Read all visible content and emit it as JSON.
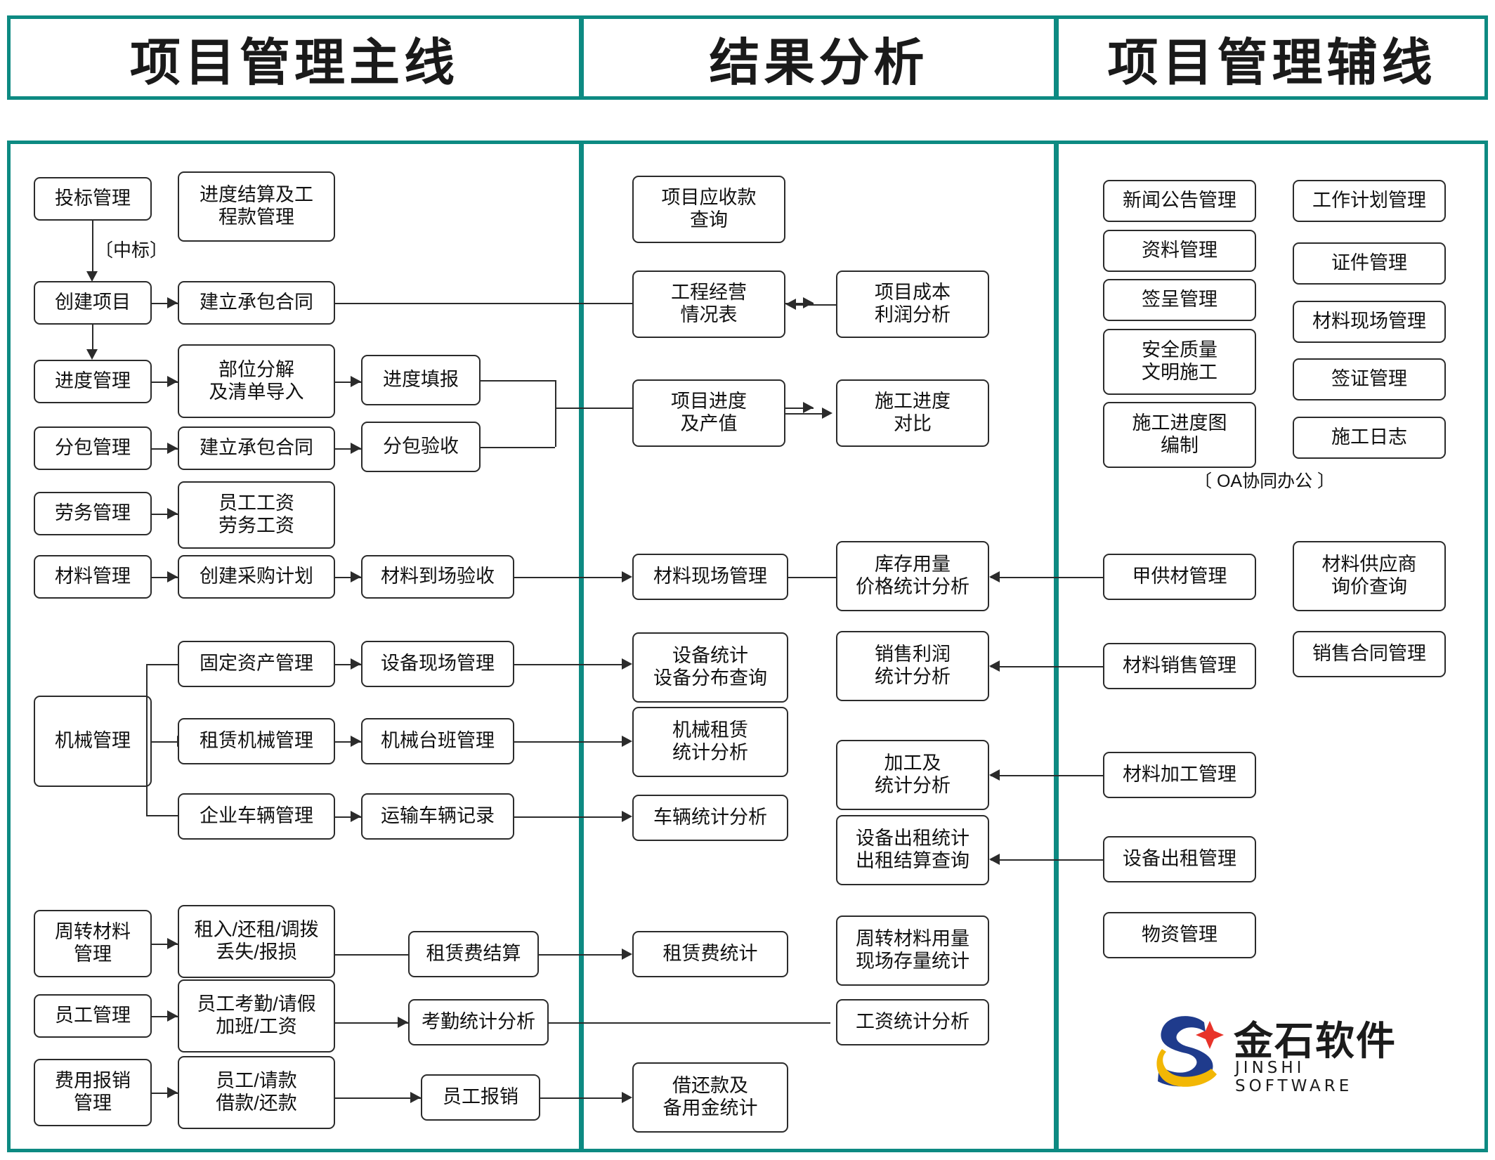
{
  "theme": {
    "accent": "#0d8a82",
    "box_border": "#2b2b2b",
    "text": "#111111"
  },
  "headers": [
    {
      "id": "main-line",
      "label": "项目管理主线"
    },
    {
      "id": "analysis",
      "label": "结果分析"
    },
    {
      "id": "aux-line",
      "label": "项目管理辅线"
    }
  ],
  "main_line": {
    "bid_management": "投标管理",
    "win_bid_note": "〔中标〕",
    "progress_settlement": "进度结算及工\n程款管理",
    "create_project": "创建项目",
    "contract_1": "建立承包合同",
    "progress_management": "进度管理",
    "part_decomposition": "部位分解\n及清单导入",
    "progress_fill": "进度填报",
    "subcontract_management": "分包管理",
    "contract_2": "建立承包合同",
    "subcontract_acceptance": "分包验收",
    "labor_management": "劳务管理",
    "staff_labor_wages": "员工工资\n劳务工资",
    "material_management": "材料管理",
    "create_purchase_plan": "创建采购计划",
    "material_arrival": "材料到场验收",
    "machinery_management": "机械管理",
    "fixed_asset_management": "固定资产管理",
    "equipment_site_management": "设备现场管理",
    "leased_machinery": "租赁机械管理",
    "machine_shift": "机械台班管理",
    "company_vehicle": "企业车辆管理",
    "transport_record": "运输车辆记录",
    "turnover_material": "周转材料\n管理",
    "rent_return_transfer": "租入/还租/调拨\n丢失/报损",
    "rent_settlement": "租赁费结算",
    "staff_management": "员工管理",
    "attendance_leave": "员工考勤/请假\n加班/工资",
    "attendance_stat": "考勤统计分析",
    "expense_reimbursement": "费用报销\n管理",
    "staff_request_loan": "员工/请款\n借款/还款",
    "staff_reimbursement": "员工报销"
  },
  "analysis": {
    "receivable_query": "项目应收款\n查询",
    "operation_status": "工程经营\n情况表",
    "cost_profit": "项目成本\n利润分析",
    "project_progress_output": "项目进度\n及产值",
    "construction_progress_compare": "施工进度\n对比",
    "material_site_management": "材料现场管理",
    "inventory_price_stat": "库存用量\n价格统计分析",
    "equipment_stat": "设备统计\n设备分布查询",
    "sales_profit_stat": "销售利润\n统计分析",
    "machinery_lease_stat": "机械租赁\n统计分析",
    "processing_stat": "加工及\n统计分析",
    "vehicle_stat": "车辆统计分析",
    "equipment_rental_stat": "设备出租统计\n出租结算查询",
    "rent_fee_stat": "租赁费统计",
    "turnover_material_stat": "周转材料用量\n现场存量统计",
    "wage_stat": "工资统计分析",
    "loan_petty_cash_stat": "借还款及\n备用金统计"
  },
  "aux_line": {
    "col1": [
      "新闻公告管理",
      "资料管理",
      "签呈管理",
      "安全质量\n文明施工",
      "施工进度图\n编制"
    ],
    "col2": [
      "工作计划管理",
      "证件管理",
      "材料现场管理",
      "签证管理",
      "施工日志"
    ],
    "oa_note": "〔 OA协同办公 〕",
    "supplier_material": "甲供材管理",
    "material_supplier_quote": "材料供应商\n询价查询",
    "material_sales": "材料销售管理",
    "sales_contract": "销售合同管理",
    "material_processing": "材料加工管理",
    "equipment_rental": "设备出租管理",
    "goods_management": "物资管理"
  },
  "logo": {
    "name_cn": "金石软件",
    "name_en": "JINSHI SOFTWARE"
  }
}
